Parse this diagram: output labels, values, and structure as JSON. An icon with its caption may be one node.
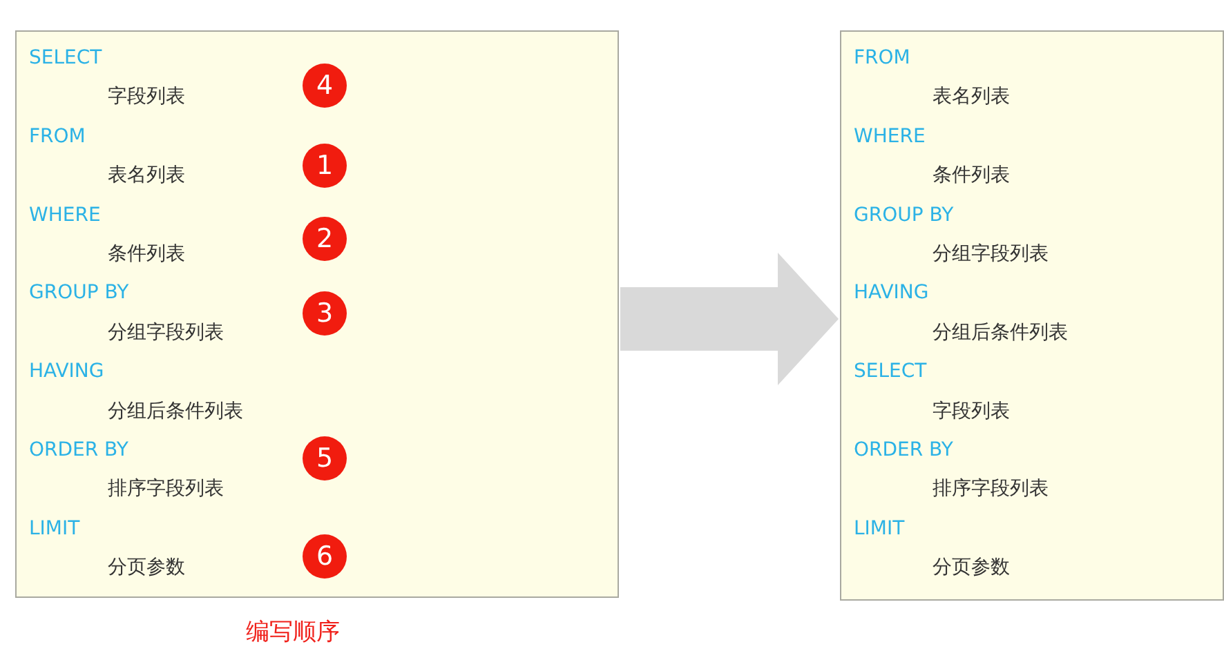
{
  "diagram": {
    "nodes": [
      {
        "text": [
          "SELECT",
          "字段列表",
          "FROM",
          "表名列表",
          "WHERE",
          "条件列表",
          "GROUP  BY",
          "分组字段列表",
          "HAVING",
          "分组后条件列表",
          "ORDER BY",
          "排序字段列表",
          "LIMIT",
          "分页参数"
        ]
      },
      {
        "text": [
          "4"
        ],
        "in": 0
      },
      {
        "text": [
          "1"
        ],
        "in": 0
      },
      {
        "text": [
          "2"
        ],
        "in": 0
      },
      {
        "text": [
          "3"
        ],
        "in": 0
      },
      {
        "text": [
          "5"
        ],
        "in": 0
      },
      {
        "text": [
          "6"
        ],
        "in": 0
      },
      {
        "text": [
          "FROM",
          "表名列表",
          "WHERE",
          "条件列表",
          "GROUP  BY",
          "分组字段列表",
          "HAVING",
          "分组后条件列表",
          "SELECT",
          "字段列表",
          "ORDER BY",
          "排序字段列表",
          "LIMIT",
          "分页参数"
        ]
      }
    ],
    "edges": [
      {
        "from": 0,
        "to": 7,
        "arrow": "to",
        "color": "#d9d9d9"
      }
    ],
    "labels": [
      "编写顺序"
    ]
  }
}
